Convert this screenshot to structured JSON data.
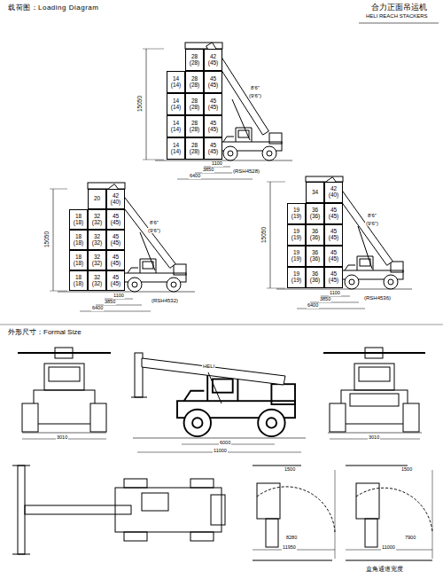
{
  "diagram": {
    "title": "载荷图：Loading Diagram",
    "nodes": [
      {
        "text": [
          "28 (28)"
        ]
      },
      {
        "text": [
          "42 (45)"
        ]
      },
      {
        "text": [
          "14 (14)"
        ]
      },
      {
        "text": [
          "28 (28)"
        ]
      },
      {
        "text": [
          "45 (45)"
        ]
      },
      {
        "text": [
          "14 (14)"
        ]
      },
      {
        "text": [
          "28 (28)"
        ]
      },
      {
        "text": [
          "45 (45)"
        ]
      },
      {
        "text": [
          "14 (14)"
        ]
      },
      {
        "text": [
          "28 (28)"
        ]
      },
      {
        "text": [
          "45 (45)"
        ]
      },
      {
        "text": [
          "14 (14)"
        ]
      },
      {
        "text": [
          "28 (28)"
        ]
      },
      {
        "text": [
          "45 (45)"
        ]
      },
      {
        "text": [
          "20"
        ]
      },
      {
        "text": [
          "42 (40)"
        ]
      },
      {
        "text": [
          "18 (18)"
        ]
      },
      {
        "text": [
          "32 (32)"
        ]
      },
      {
        "text": [
          "45 (45)"
        ]
      },
      {
        "text": [
          "18 (18)"
        ]
      },
      {
        "text": [
          "32 (32)"
        ]
      },
      {
        "text": [
          "45 (45)"
        ]
      },
      {
        "text": [
          "18 (18)"
        ]
      },
      {
        "text": [
          "32 (32)"
        ]
      },
      {
        "text": [
          "45 (45)"
        ]
      },
      {
        "text": [
          "18 (18)"
        ]
      },
      {
        "text": [
          "32 (32)"
        ]
      },
      {
        "text": [
          "45 (45)"
        ]
      },
      {
        "text": [
          "34"
        ]
      },
      {
        "text": [
          "42 (40)"
        ]
      },
      {
        "text": [
          "19 (19)"
        ]
      },
      {
        "text": [
          "36 (36)"
        ]
      },
      {
        "text": [
          "45 (45)"
        ]
      },
      {
        "text": [
          "19 (19)"
        ]
      },
      {
        "text": [
          "36 (36)"
        ]
      },
      {
        "text": [
          "45 (45)"
        ]
      },
      {
        "text": [
          "19 (19)"
        ]
      },
      {
        "text": [
          "36 (36)"
        ]
      },
      {
        "text": [
          "45 (45)"
        ]
      },
      {
        "text": [
          "19 (19)"
        ]
      },
      {
        "text": [
          "36 (36)"
        ]
      },
      {
        "text": [
          "45 (45)"
        ]
      }
    ],
    "labels": [
      "合力正面吊运机",
      "HELI REACH STACKERS",
      "15050",
      "8'6\"",
      "(9'6\")",
      "1100",
      "3850",
      "6400",
      "(RSH4528)",
      "15050",
      "8'6\"",
      "(9'6\")",
      "1100",
      "3850",
      "6400",
      "(RSH4532)",
      "15050",
      "8'6\"",
      "(9'6\")",
      "1100",
      "3850",
      "6400",
      "(RSH4536)",
      "外形尺寸：Formal Size",
      "HELI",
      "3010",
      "6000",
      "11000",
      "3010",
      "1500",
      "8280",
      "11950",
      "1500",
      "7900",
      "11000",
      "直角通道宽度"
    ]
  }
}
